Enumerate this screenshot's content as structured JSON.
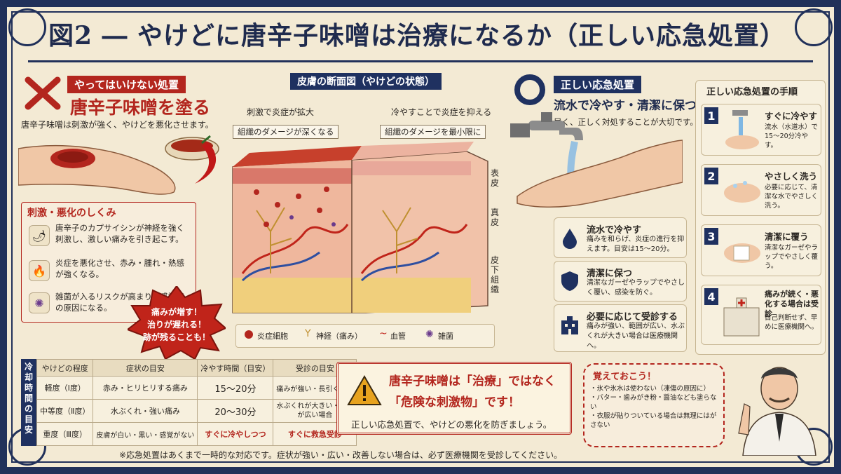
{
  "title": "図2 ― やけどに唐辛子味噌は治療になるか（正しい応急処置）",
  "left": {
    "tag": "やってはいけない処置",
    "heading": "唐辛子味噌を塗る",
    "desc": "唐辛子味噌は刺激が強く、やけどを悪化させます。",
    "mechanism": {
      "title": "刺激・悪化のしくみ",
      "items": [
        {
          "icon": "chili-icon",
          "text": "唐辛子のカプサイシンが神経を強く刺激し、激しい痛みを引き起こす。"
        },
        {
          "icon": "flame-icon",
          "text": "炎症を悪化させ、赤み・腫れ・熱感が強くなる。"
        },
        {
          "icon": "germ-icon",
          "text": "雑菌が入るリスクが高まり、感染症の原因になる。"
        }
      ]
    },
    "burst": [
      "痛みが増す！",
      "治りが遅れる！",
      "跡が残ることも！"
    ]
  },
  "cross_section": {
    "tag": "皮膚の断面図（やけどの状態）",
    "left_caption": "刺激で炎症が拡大",
    "left_note": "組織のダメージが深くなる",
    "right_caption": "冷やすことで炎症を抑える",
    "right_note": "組織のダメージを最小限に",
    "layers": [
      "表皮",
      "真皮",
      "皮下組織"
    ],
    "legend": [
      "炎症細胞",
      "神経（痛み）",
      "血管",
      "雑菌"
    ]
  },
  "right": {
    "tag": "正しい応急処置",
    "heading": "流水で冷やす・清潔に保つ",
    "desc": "早く、正しく対処することが大切です。",
    "cards": [
      {
        "icon": "water-drop-icon",
        "title": "流水で冷やす",
        "text": "痛みを和らげ、炎症の進行を抑えます。目安は15〜20分。"
      },
      {
        "icon": "shield-icon",
        "title": "清潔に保つ",
        "text": "清潔なガーゼやラップでやさしく覆い、感染を防ぐ。"
      },
      {
        "icon": "hospital-icon",
        "title": "必要に応じて受診する",
        "text": "痛みが強い、範囲が広い、水ぶくれが大きい場合は医療機関へ。"
      }
    ]
  },
  "steps": {
    "title": "正しい応急処置の手順",
    "items": [
      {
        "num": "1",
        "title": "すぐに冷やす",
        "text": "流水（水道水）で15〜20分冷やす。"
      },
      {
        "num": "2",
        "title": "やさしく洗う",
        "text": "必要に応じて、清潔な水でやさしく洗う。"
      },
      {
        "num": "3",
        "title": "清潔に覆う",
        "text": "清潔なガーゼやラップでやさしく覆う。"
      },
      {
        "num": "4",
        "title": "痛みが続く・悪化する場合は受診",
        "text": "自己判断せず、早めに医療機関へ。"
      }
    ]
  },
  "guide": {
    "side_label": "冷却時間の目安",
    "headers": [
      "やけどの程度",
      "症状の目安",
      "冷やす時間（目安）",
      "受診の目安"
    ],
    "rows": [
      [
        "軽度（Ⅰ度）",
        "赤み・ヒリヒリする痛み",
        "15〜20分",
        "痛みが強い・長引く場合"
      ],
      [
        "中等度（Ⅱ度）",
        "水ぶくれ・強い痛み",
        "20〜30分",
        "水ぶくれが大きい・範囲が広い場合"
      ],
      [
        "重度（Ⅲ度）",
        "皮膚が白い・黒い・感覚がない",
        "すぐに冷やしつつ",
        "すぐに救急受診"
      ]
    ]
  },
  "warning": {
    "line1": "唐辛子味噌は「治療」ではなく",
    "line2": "「危険な刺激物」です！",
    "sub": "正しい応急処置で、やけどの悪化を防ぎましょう。"
  },
  "memo": {
    "title": "覚えておこう！",
    "items": [
      "氷や氷水は使わない（凍傷の原因に）",
      "バター・歯みがき粉・醤油なども塗らない",
      "衣服が貼りついている場合は無理にはがさない"
    ]
  },
  "footnote": "※応急処置はあくまで一時的な対応です。症状が強い・広い・改善しない場合は、必ず医療機関を受診してください。",
  "colors": {
    "navy": "#1f2b4e",
    "red": "#b3261e",
    "paper": "#f3ead4"
  }
}
